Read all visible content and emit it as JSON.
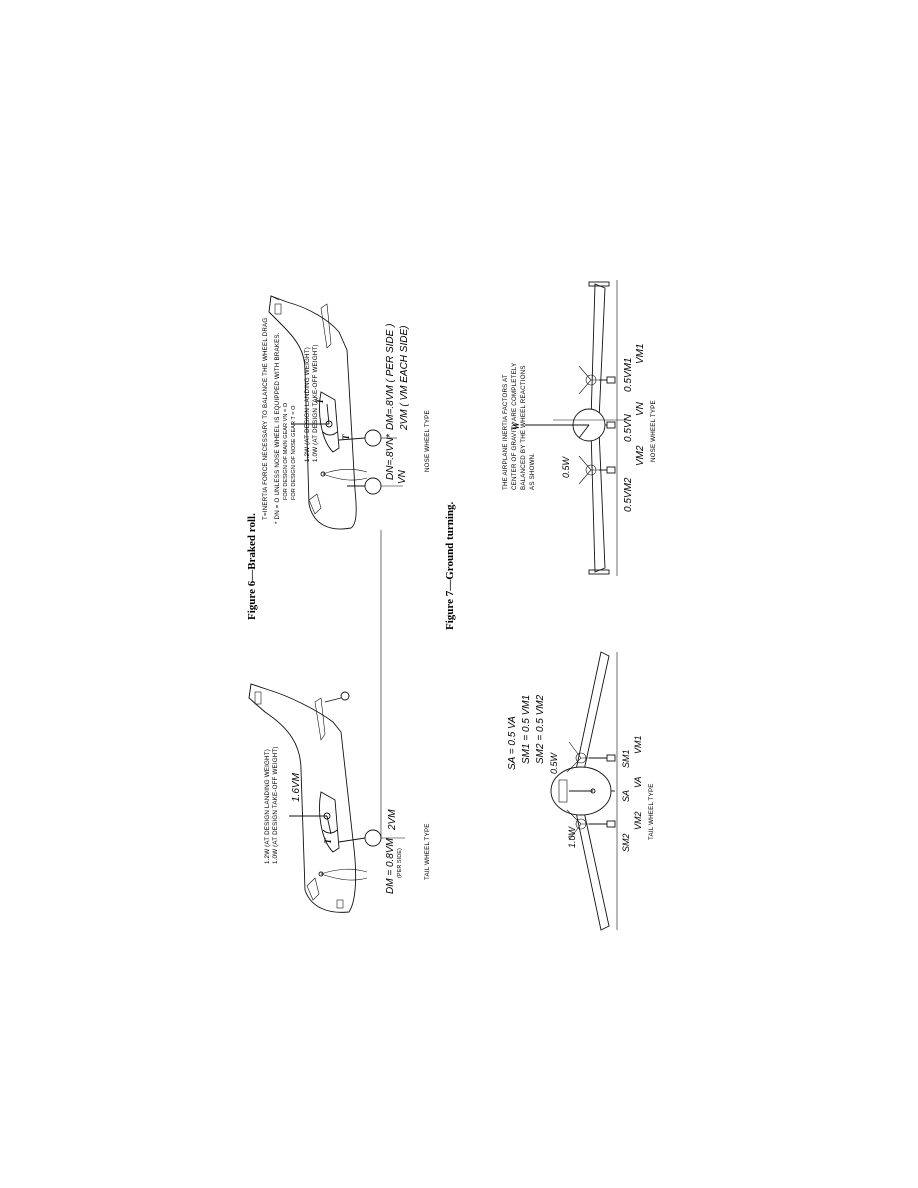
{
  "figure6": {
    "title": "Figure 6—Braked roll.",
    "note_t": "T=INERTIA FORCE NECESSARY TO BALANCE THE WHEEL DRAG",
    "note_dn": "* DN = O UNLESS NOSE WHEEL IS EQUIPPED WITH BRAKES.",
    "note_main": "FOR DESIGN OF MAIN GEAR VN = O",
    "note_nose": "FOR DESIGN OF NOSE GEAR T = O",
    "tail": {
      "weight_landing": "1.2W (AT DESIGN LANDING WEIGHT)",
      "weight_takeoff": "1.0W (AT DESIGN TAKE-OFF WEIGHT)",
      "inertia": "T",
      "reaction_tail": "1.6VM",
      "drag": "DM = 0.8VM",
      "per_side": "(PER SIDE)",
      "vertical": "2VM",
      "caption": "TAIL WHEEL TYPE"
    },
    "nose": {
      "weight_landing": "1.2W (AT DESIGN LANDING WEIGHT)",
      "weight_takeoff": "1.0W (AT DESIGN TAKE-OFF WEIGHT)",
      "inertia": "T",
      "inertia_side": "T",
      "nose_drag": "DN=.8VN",
      "nose_vertical": "VN",
      "star": "*",
      "main_drag": "DM=.8VM ( PER SIDE )",
      "main_vertical": "2VM ( VM EACH SIDE)",
      "caption": "NOSE WHEEL TYPE"
    }
  },
  "figure7": {
    "title": "Figure 7—Ground turning.",
    "tail": {
      "eq1": "SA = 0.5 VA",
      "eq2": "SM1 = 0.5 VM1",
      "eq3": "SM2 = 0.5 VM2",
      "side_load": "0.5W",
      "weight": "1.0W",
      "labels_row1": [
        "SM2",
        "SA",
        "SM1"
      ],
      "labels_row2": [
        "VM2",
        "VA",
        "VM1"
      ],
      "caption": "TAIL WHEEL TYPE"
    },
    "nose": {
      "note1": "THE AIRPLANE INERTIA FACTORS AT",
      "note2": "CENTER OF GRAVITY ARE COMPLETELY",
      "note3": "BALANCED BY THE WHEEL REACTIONS",
      "note4": "AS SHOWN.",
      "weight": "W",
      "side_load": "0.5W",
      "loads_row1": [
        "0.5VM2",
        "0.5VN",
        "0.5VM1"
      ],
      "loads_row2": [
        "VM2",
        "VN",
        "VM1"
      ],
      "caption": "NOSE WHEEL TYPE"
    }
  }
}
